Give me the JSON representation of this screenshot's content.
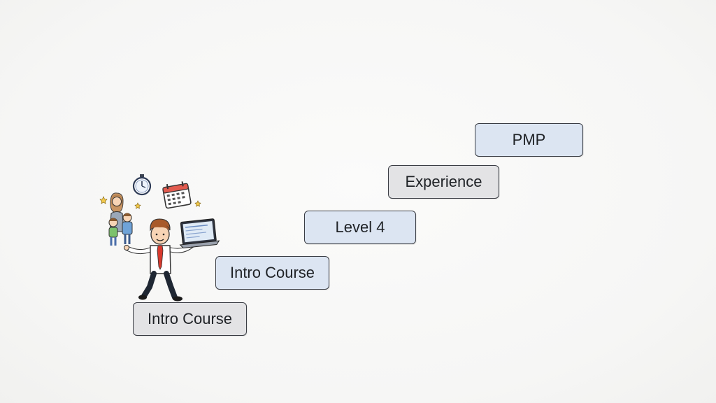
{
  "steps": [
    {
      "label": "Intro Course",
      "style": "gray"
    },
    {
      "label": "Intro Course",
      "style": "blue"
    },
    {
      "label": "Level 4",
      "style": "blue"
    },
    {
      "label": "Experience",
      "style": "gray"
    },
    {
      "label": "PMP",
      "style": "blue"
    }
  ],
  "colors": {
    "gray_step": "#e3e3e5",
    "blue_step": "#dce5f2",
    "border": "#3a3d44"
  },
  "illustration": {
    "icons": [
      "stopwatch-icon",
      "calendar-icon",
      "laptop-icon",
      "family-icon",
      "star-icon"
    ]
  }
}
